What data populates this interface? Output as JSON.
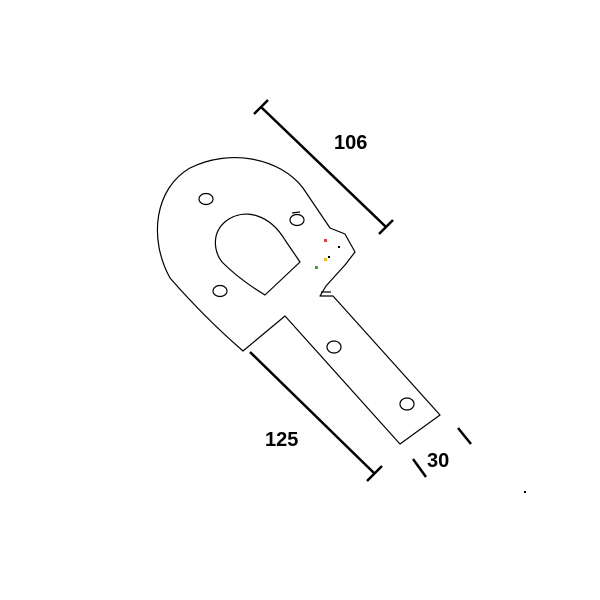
{
  "dimensions": {
    "top_length": "106",
    "strap_length": "125",
    "strap_width": "30"
  },
  "colors": {
    "line": "#000000",
    "background": "#ffffff",
    "marker_red": "#e0403a",
    "marker_yellow": "#e8c020",
    "marker_green": "#40a040"
  }
}
